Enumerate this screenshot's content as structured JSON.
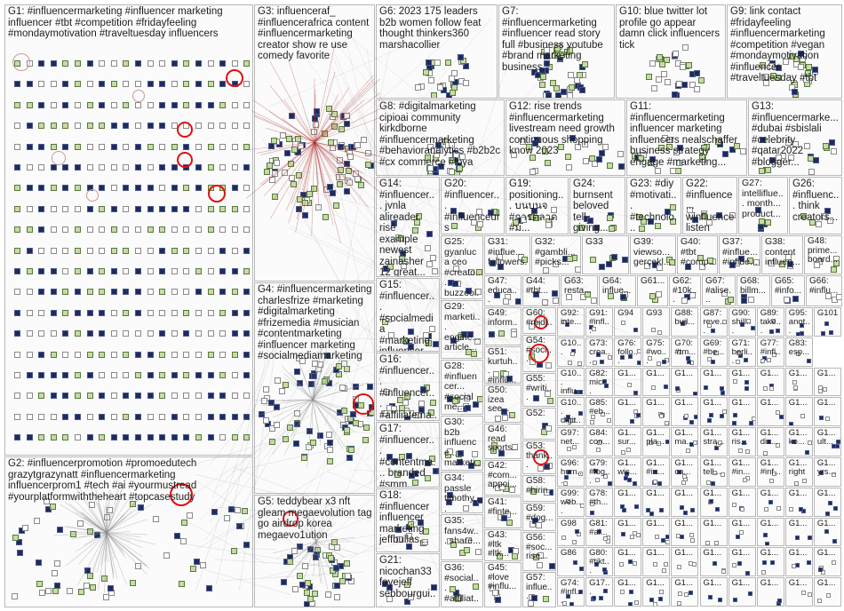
{
  "groups": [
    {
      "id": "g1",
      "label": "G1: #influencermarketing #influencer marketing influencer #tbt #competition #fridayfeeling #mondaymotivation #traveltuesday influencers"
    },
    {
      "id": "g2",
      "label": "G2: #influencerpromotion #promoedutech grazytgrazynatt #influencermarketing influencerprom1 #tech #ai #yourmustread #yourplatformwiththeheart #topcasestudy"
    },
    {
      "id": "g3",
      "label": "G3: influenceraf_ #influencerafrica content #influencermarketing creator show re use comedy favorite"
    },
    {
      "id": "g4",
      "label": "G4: #influencermarketing charlesfrize #marketing #digitalmarketing #frizemedia #musician #contentmarketing #influencer marketing #socialmediamarketing"
    },
    {
      "id": "g5",
      "label": "G5: teddybear x3 nft gleam megaevolution tag go airdrop korea megaevo1ution"
    },
    {
      "id": "g6",
      "label": "G6: 2023 175 leaders b2b women follow feat thought thinkers360 marshacollier"
    },
    {
      "id": "g7",
      "label": "G7: #influencermarketing #influencer read story full #business youtube #brand marketing business"
    },
    {
      "id": "g8",
      "label": "G8: #digitalmarketing cipioai community kirkdborne #influencermarketing #behavioranalytics #b2b2c #cx commerce #loya"
    },
    {
      "id": "g9",
      "label": "G9: link contact #fridayfeeling #influencermarketing #competition #vegan #mondaymotivation #influencer #traveltuesday #tbt"
    },
    {
      "id": "g10",
      "label": "G10: blue twitter lot profile go appear damn click influencers tick"
    },
    {
      "id": "g11",
      "label": "G11: #influencermarketing influencer marketing influencers nealschaffer business strategy engage #marketing..."
    },
    {
      "id": "g12",
      "label": "G12: rise trends #influencermarketing livestream need growth continuous shopping know 2023"
    },
    {
      "id": "g13",
      "label": "G13: #influencermarke... #dubai #sbislali #celebrity #qatar2022 #blogger..."
    },
    {
      "id": "g14",
      "label": "G14: #influencer... jvnla alireader rise example newest zainasher 12 great..."
    },
    {
      "id": "g15",
      "label": "G15: #influencer... #socialmedia #marketing influencer marketing..."
    },
    {
      "id": "g16",
      "label": "G16: #influencer... #influencer... #affiliatema... #digitalmar..."
    },
    {
      "id": "g17",
      "label": "G17: #influencer... #contentma... branded #smm..."
    },
    {
      "id": "g18",
      "label": "G18: #influencer influencer marketing jeffbullas..."
    },
    {
      "id": "g19",
      "label": "G19: positioning... บนบนจ #การตลาด #ม..."
    },
    {
      "id": "g20",
      "label": "G20: #influencer... #influenceurs influence4y..."
    },
    {
      "id": "g21",
      "label": "G21: nicochan33 fayejeff sebbourgui..."
    },
    {
      "id": "g22",
      "label": "G22: #influence... winfluence listen"
    },
    {
      "id": "g23",
      "label": "G23: #diy #motivati... #technolo... #influenc..."
    },
    {
      "id": "g24",
      "label": "G24: burnsent beloved tell giving..."
    },
    {
      "id": "g25",
      "label": "G25: gyanluca ceo #creato... buzzool..."
    },
    {
      "id": "g26",
      "label": "G26: #influenc... think creators..."
    },
    {
      "id": "g27",
      "label": "G27: intelliflue... month... product..."
    },
    {
      "id": "g28",
      "label": "G28: #influencer... #socialme... #conte... #marke..."
    },
    {
      "id": "g29",
      "label": "G29: marketi... engine... article..."
    },
    {
      "id": "g30",
      "label": "G30: b2b influence... marketi..."
    },
    {
      "id": "g31",
      "label": "G31: #influe... followers..."
    },
    {
      "id": "g32",
      "label": "G32: #gambli... #picks..."
    },
    {
      "id": "g33",
      "label": "G33"
    },
    {
      "id": "g34",
      "label": "G34: passle timothy..."
    },
    {
      "id": "g35",
      "label": "G35: fans4w... share..."
    },
    {
      "id": "g36",
      "label": "G36: #social... #affiliat..."
    },
    {
      "id": "g37",
      "label": "G37: #influe... #influe..."
    },
    {
      "id": "g38",
      "label": "G38: content influen..."
    },
    {
      "id": "g39",
      "label": "G39: viewso... gerçekl..."
    },
    {
      "id": "g40",
      "label": "G40: #tbt #comp..."
    },
    {
      "id": "g41",
      "label": "G41: #finte..."
    },
    {
      "id": "g42",
      "label": "G42: #com... appoi..."
    },
    {
      "id": "g43",
      "label": "G43: #ltk #ltk..."
    },
    {
      "id": "g44",
      "label": "G44: #tbt..."
    },
    {
      "id": "g45",
      "label": "G45: #love #influ..."
    },
    {
      "id": "g46",
      "label": "G46: read sports..."
    },
    {
      "id": "g47",
      "label": "G47: educa..."
    },
    {
      "id": "g48",
      "label": "G48: prime... board..."
    },
    {
      "id": "g49",
      "label": "G49: inform..."
    },
    {
      "id": "g50",
      "label": "G50: izea see..."
    },
    {
      "id": "g51",
      "label": "G51: kurtuh... #influ..."
    },
    {
      "id": "g52",
      "label": "G52:"
    },
    {
      "id": "g53",
      "label": "G53: thank..."
    },
    {
      "id": "g54",
      "label": "G54: #soci..."
    },
    {
      "id": "g55",
      "label": "G55: #writi..."
    },
    {
      "id": "g56",
      "label": "G56: #soc... rise..."
    },
    {
      "id": "g57",
      "label": "G57: influe..."
    },
    {
      "id": "g58",
      "label": "G58: #hirin..."
    },
    {
      "id": "g59",
      "label": "G59: #dog..."
    },
    {
      "id": "g60",
      "label": "G60: #midj..."
    },
    {
      "id": "g61",
      "label": "G61..."
    },
    {
      "id": "g62",
      "label": "G62: #10k..."
    },
    {
      "id": "g63",
      "label": "G63: resta..."
    },
    {
      "id": "g64",
      "label": "G64: influe..."
    },
    {
      "id": "g65",
      "label": "G65: #info..."
    },
    {
      "id": "g66",
      "label": "G66: #influ..."
    },
    {
      "id": "g67",
      "label": "G67: #alise..."
    },
    {
      "id": "g68",
      "label": "G68: billm..."
    }
  ],
  "micro_grid": {
    "rows": [
      {
        "labels": [
          "G92: inte...",
          "G91: #infl...",
          "G94",
          "G93",
          "G88: buil...",
          "G87: reve...",
          "G90: shill...",
          "G89: take...",
          "G95: anot...",
          "G101"
        ]
      },
      {
        "labels": [
          "G10...",
          "G73: crea...",
          "G76: follo...",
          "G75: #wo...",
          "G70: #tm...",
          "G69: #be...",
          "G71: berli...",
          "G77: #infl...",
          "G83: esp..."
        ]
      },
      {
        "labels": [
          "G10... influ...",
          "G82: micr...",
          "G1...",
          "G1...",
          "G1...",
          "G1...",
          "G1...",
          "G1...",
          "G1...",
          "G1..."
        ]
      },
      {
        "labels": [
          "G10... digit...",
          "G85: #eb...",
          "G1...",
          "G1...",
          "G1...",
          "G1...",
          "G1...",
          "G1...",
          "G1...",
          "G1..."
        ]
      },
      {
        "labels": [
          "G97: net...",
          "G84: con...",
          "G1... sur...",
          "G1... pla...",
          "G1... ma...",
          "G1... stra...",
          "G1... ris...",
          "G1... dis...",
          "G1... ko...",
          "G1... ult..."
        ]
      },
      {
        "labels": [
          "G96: hum...",
          "G79: #log...",
          "G1... wis...",
          "G1... #in...",
          "G1... ca...",
          "G1... tell...",
          "G1... #in...",
          "G1... #inf...",
          "G1... right",
          "G1... yrs..."
        ]
      },
      {
        "labels": [
          "G99: web...",
          "G78: #th...",
          "G1...",
          "G1...",
          "G1...",
          "G1...",
          "G1...",
          "G1...",
          "G1...",
          "G1..."
        ]
      },
      {
        "labels": [
          "G98",
          "G81: #ai...",
          "G1...",
          "G1...",
          "G1...",
          "G1...",
          "G1...",
          "G1...",
          "G1...",
          "G1..."
        ]
      },
      {
        "labels": [
          "G86",
          "G80: #tikt...",
          "G1...",
          "G1...",
          "G1...",
          "G1...",
          "G1...",
          "G1...",
          "G1...",
          "G1..."
        ]
      },
      {
        "labels": [
          "G74: #infl...",
          "G17...",
          "G1...",
          "G1...",
          "G1...",
          "G1...",
          "G1...",
          "G1...",
          "G1...",
          "G1..."
        ]
      }
    ]
  },
  "colors": {
    "box_border": "#b8b8b8",
    "edge": "#8a8a8a",
    "edge_red": "#b03030",
    "highlight": "#e01010",
    "node_dark": "#1e2a5e",
    "node_green": "#557a3a"
  }
}
